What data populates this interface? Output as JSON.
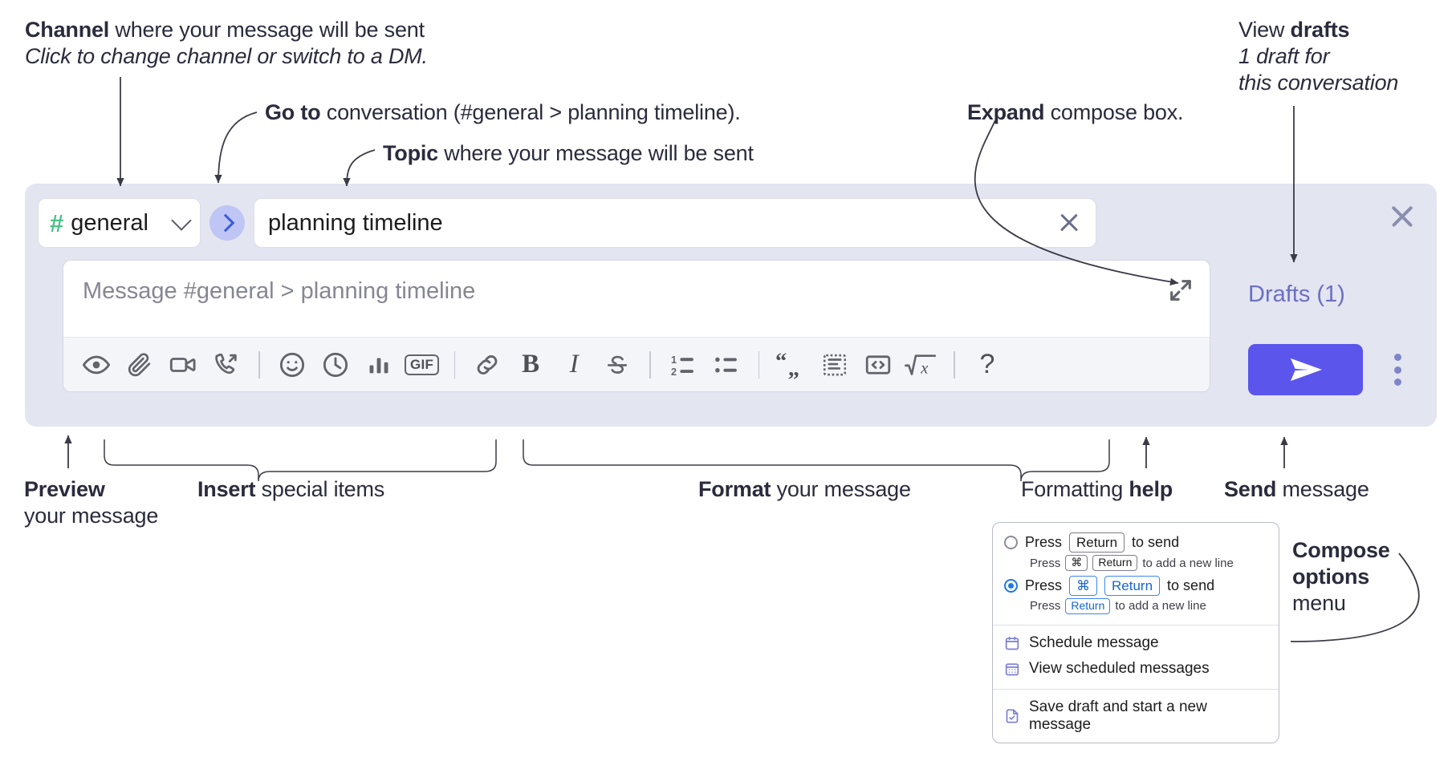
{
  "annotations": {
    "channel": {
      "bold": "Channel",
      "rest": " where your message will be sent",
      "italic": "Click to change channel or switch to a DM."
    },
    "goto": {
      "bold": "Go to",
      "rest": " conversation (#general > planning timeline)."
    },
    "topic": {
      "bold": "Topic",
      "rest": " where your message will be sent"
    },
    "expand": {
      "bold": "Expand",
      "rest": " compose box."
    },
    "drafts": {
      "lead": "View ",
      "bold": "drafts",
      "italic1": "1 draft for",
      "italic2": "this conversation"
    },
    "preview": {
      "bold": "Preview",
      "rest": "your message"
    },
    "insert": {
      "bold": "Insert",
      "rest": " special items"
    },
    "format": {
      "bold": "Format",
      "rest": " your message"
    },
    "help": {
      "lead": "Formatting ",
      "bold": "help"
    },
    "send": {
      "bold": "Send",
      "rest": " message"
    },
    "compose_options": {
      "bold1": "Compose",
      "bold2": "options",
      "rest": "menu"
    }
  },
  "compose": {
    "channel": {
      "hash": "#",
      "name": "general",
      "chevron_icon": "chevron-down-icon"
    },
    "goto_button": {
      "icon": "chevron-right-icon"
    },
    "topic": {
      "value": "planning timeline",
      "clear_icon": "close-icon"
    },
    "message": {
      "placeholder": "Message #general > planning timeline",
      "value": "",
      "expand_icon": "expand-diagonal-icon"
    },
    "toolbar": [
      {
        "name": "preview-icon",
        "label": "Preview"
      },
      {
        "name": "attachment-icon",
        "label": "Attach file"
      },
      {
        "name": "video-icon",
        "label": "Record video clip"
      },
      {
        "name": "audio-call-icon",
        "label": "Record audio clip"
      },
      {
        "name": "divider-1",
        "label": ""
      },
      {
        "name": "emoji-icon",
        "label": "Emoji"
      },
      {
        "name": "clock-icon",
        "label": "Reminder"
      },
      {
        "name": "poll-icon",
        "label": "Poll"
      },
      {
        "name": "gif-icon",
        "label": "GIF"
      },
      {
        "name": "divider-2",
        "label": ""
      },
      {
        "name": "link-icon",
        "label": "Link"
      },
      {
        "name": "bold-icon",
        "label": "B"
      },
      {
        "name": "italic-icon",
        "label": "I"
      },
      {
        "name": "strikethrough-icon",
        "label": "Strikethrough"
      },
      {
        "name": "divider-3",
        "label": ""
      },
      {
        "name": "ordered-list-icon",
        "label": "Ordered list"
      },
      {
        "name": "bulleted-list-icon",
        "label": "Bulleted list"
      },
      {
        "name": "divider-4",
        "label": ""
      },
      {
        "name": "blockquote-icon",
        "label": "Blockquote"
      },
      {
        "name": "code-block-icon",
        "label": "Code block"
      },
      {
        "name": "code-icon",
        "label": "Code"
      },
      {
        "name": "formula-icon",
        "label": "Formula"
      },
      {
        "name": "divider-5",
        "label": ""
      },
      {
        "name": "help-icon",
        "label": "?"
      }
    ],
    "right_rail": {
      "close_icon": "close-icon",
      "drafts_label": "Drafts (1)",
      "send_icon": "send-paper-plane-icon",
      "options_icon": "kebab-menu-icon"
    }
  },
  "options_menu": {
    "option_1": {
      "selected": false,
      "prefix": "Press",
      "key": "Return",
      "suffix": "to send",
      "sub_prefix": "Press",
      "sub_key1": "⌘",
      "sub_key2": "Return",
      "sub_suffix": "to add a new line"
    },
    "option_2": {
      "selected": true,
      "prefix": "Press",
      "key1": "⌘",
      "key2": "Return",
      "suffix": "to send",
      "sub_prefix": "Press",
      "sub_key": "Return",
      "sub_suffix": "to add a new line"
    },
    "items": [
      {
        "icon": "calendar-schedule-icon",
        "label": "Schedule message"
      },
      {
        "icon": "calendar-grid-icon",
        "label": "View scheduled messages"
      },
      {
        "icon": "save-draft-icon",
        "label": "Save draft and start a new message"
      }
    ]
  },
  "colors": {
    "panel_bg": "#e3e5f1",
    "send_button": "#5b55ec",
    "hash_green": "#4ec08a",
    "goto_bg": "#bfc6f5",
    "drafts_text": "#6b6fc4",
    "radio_blue": "#1e7ae6",
    "menu_icon": "#7b7fd4"
  }
}
